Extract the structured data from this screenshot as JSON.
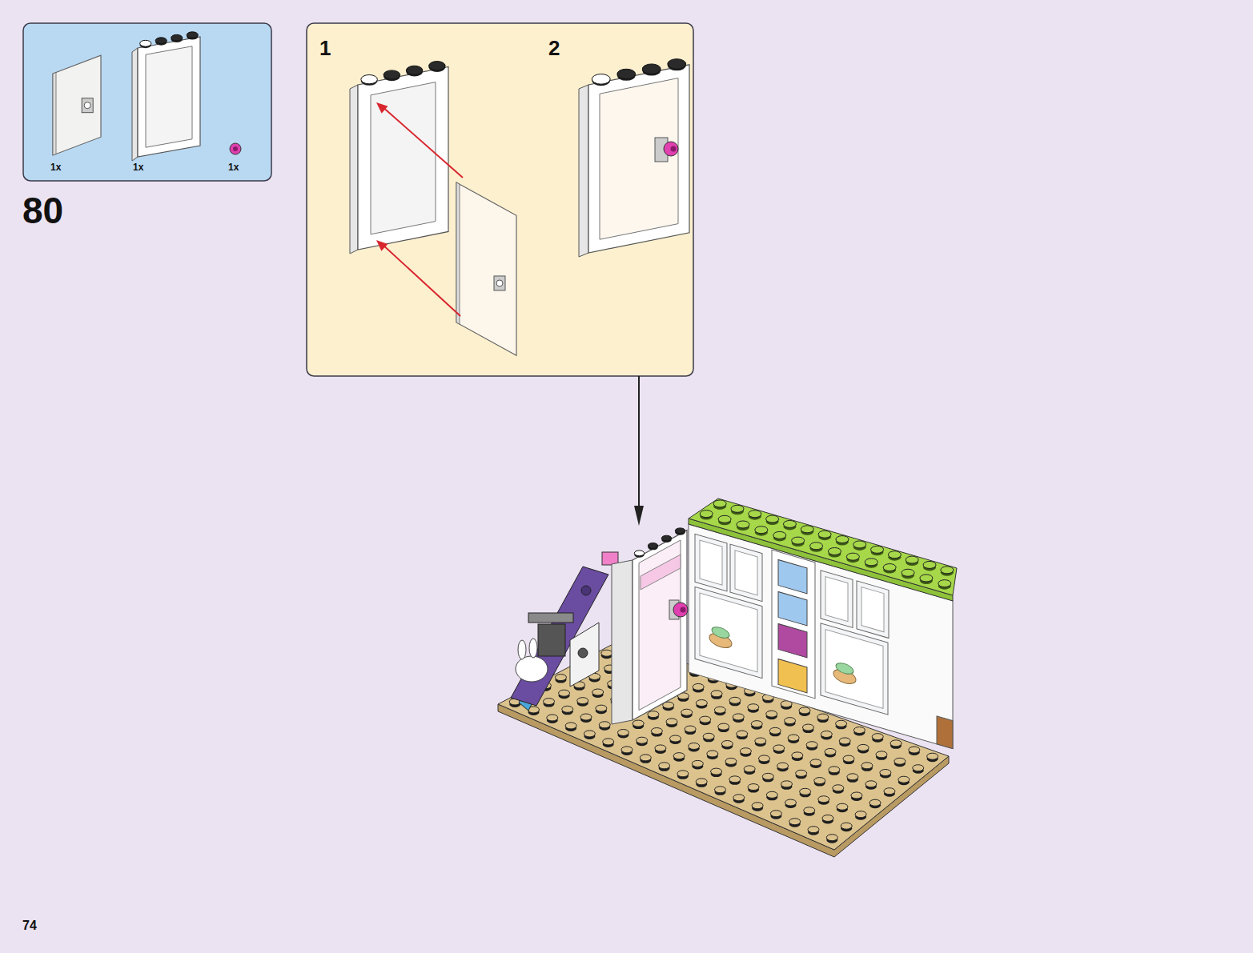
{
  "diagram": {
    "nodes": [
      {
        "text": [
          "1x",
          "1x",
          "1x"
        ]
      },
      {
        "text": [
          "1",
          "2"
        ]
      }
    ],
    "labels": [
      "80",
      "74"
    ]
  }
}
